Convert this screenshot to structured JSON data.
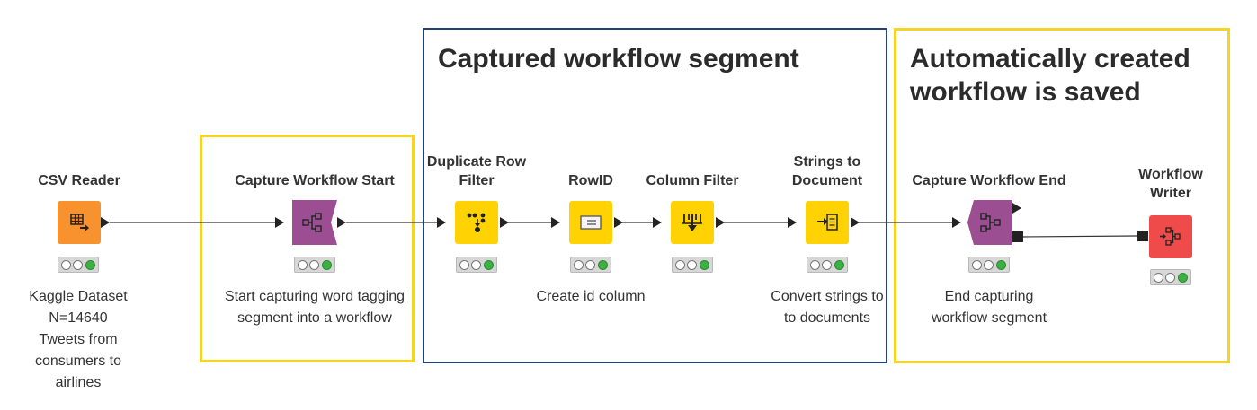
{
  "sections": {
    "captured": {
      "title": "Captured workflow segment"
    },
    "saved": {
      "title_line1": "Automatically created",
      "title_line2": "workflow is saved"
    }
  },
  "nodes": [
    {
      "id": "csv-reader",
      "title_lines": [
        "CSV Reader"
      ],
      "desc_lines": [
        "Kaggle Dataset",
        "N=14640",
        "Tweets from",
        "consumers to",
        "airlines"
      ],
      "color": "#f7922e",
      "icon": "table-icon"
    },
    {
      "id": "capture-start",
      "title_lines": [
        "Capture Workflow Start"
      ],
      "desc_lines": [
        "Start capturing word tagging",
        "segment into a workflow"
      ],
      "color": "#9b4f92",
      "icon": "capture-start-icon"
    },
    {
      "id": "duplicate-row-filter",
      "title_lines": [
        "Duplicate Row",
        "Filter"
      ],
      "desc_lines": [],
      "color": "#fed203",
      "icon": "duplicate-filter-icon"
    },
    {
      "id": "rowid",
      "title_lines": [
        "RowID"
      ],
      "desc_lines": [
        "Create id column"
      ],
      "color": "#fed203",
      "icon": "rowid-icon"
    },
    {
      "id": "column-filter",
      "title_lines": [
        "Column Filter"
      ],
      "desc_lines": [],
      "color": "#fed203",
      "icon": "column-filter-icon"
    },
    {
      "id": "strings-to-document",
      "title_lines": [
        "Strings to",
        "Document"
      ],
      "desc_lines": [
        "Convert strings to",
        "to documents"
      ],
      "color": "#fed203",
      "icon": "strings-to-document-icon"
    },
    {
      "id": "capture-end",
      "title_lines": [
        "Capture Workflow End"
      ],
      "desc_lines": [
        "End capturing",
        "workflow segment"
      ],
      "color": "#9b4f92",
      "icon": "capture-end-icon"
    },
    {
      "id": "workflow-writer",
      "title_lines": [
        "Workflow",
        "Writer"
      ],
      "desc_lines": [],
      "color": "#f04b4b",
      "icon": "workflow-writer-icon"
    }
  ],
  "colors": {
    "yellow_box": "#f5d327",
    "blue_box": "#23427a",
    "status_green": "#3cb043"
  }
}
